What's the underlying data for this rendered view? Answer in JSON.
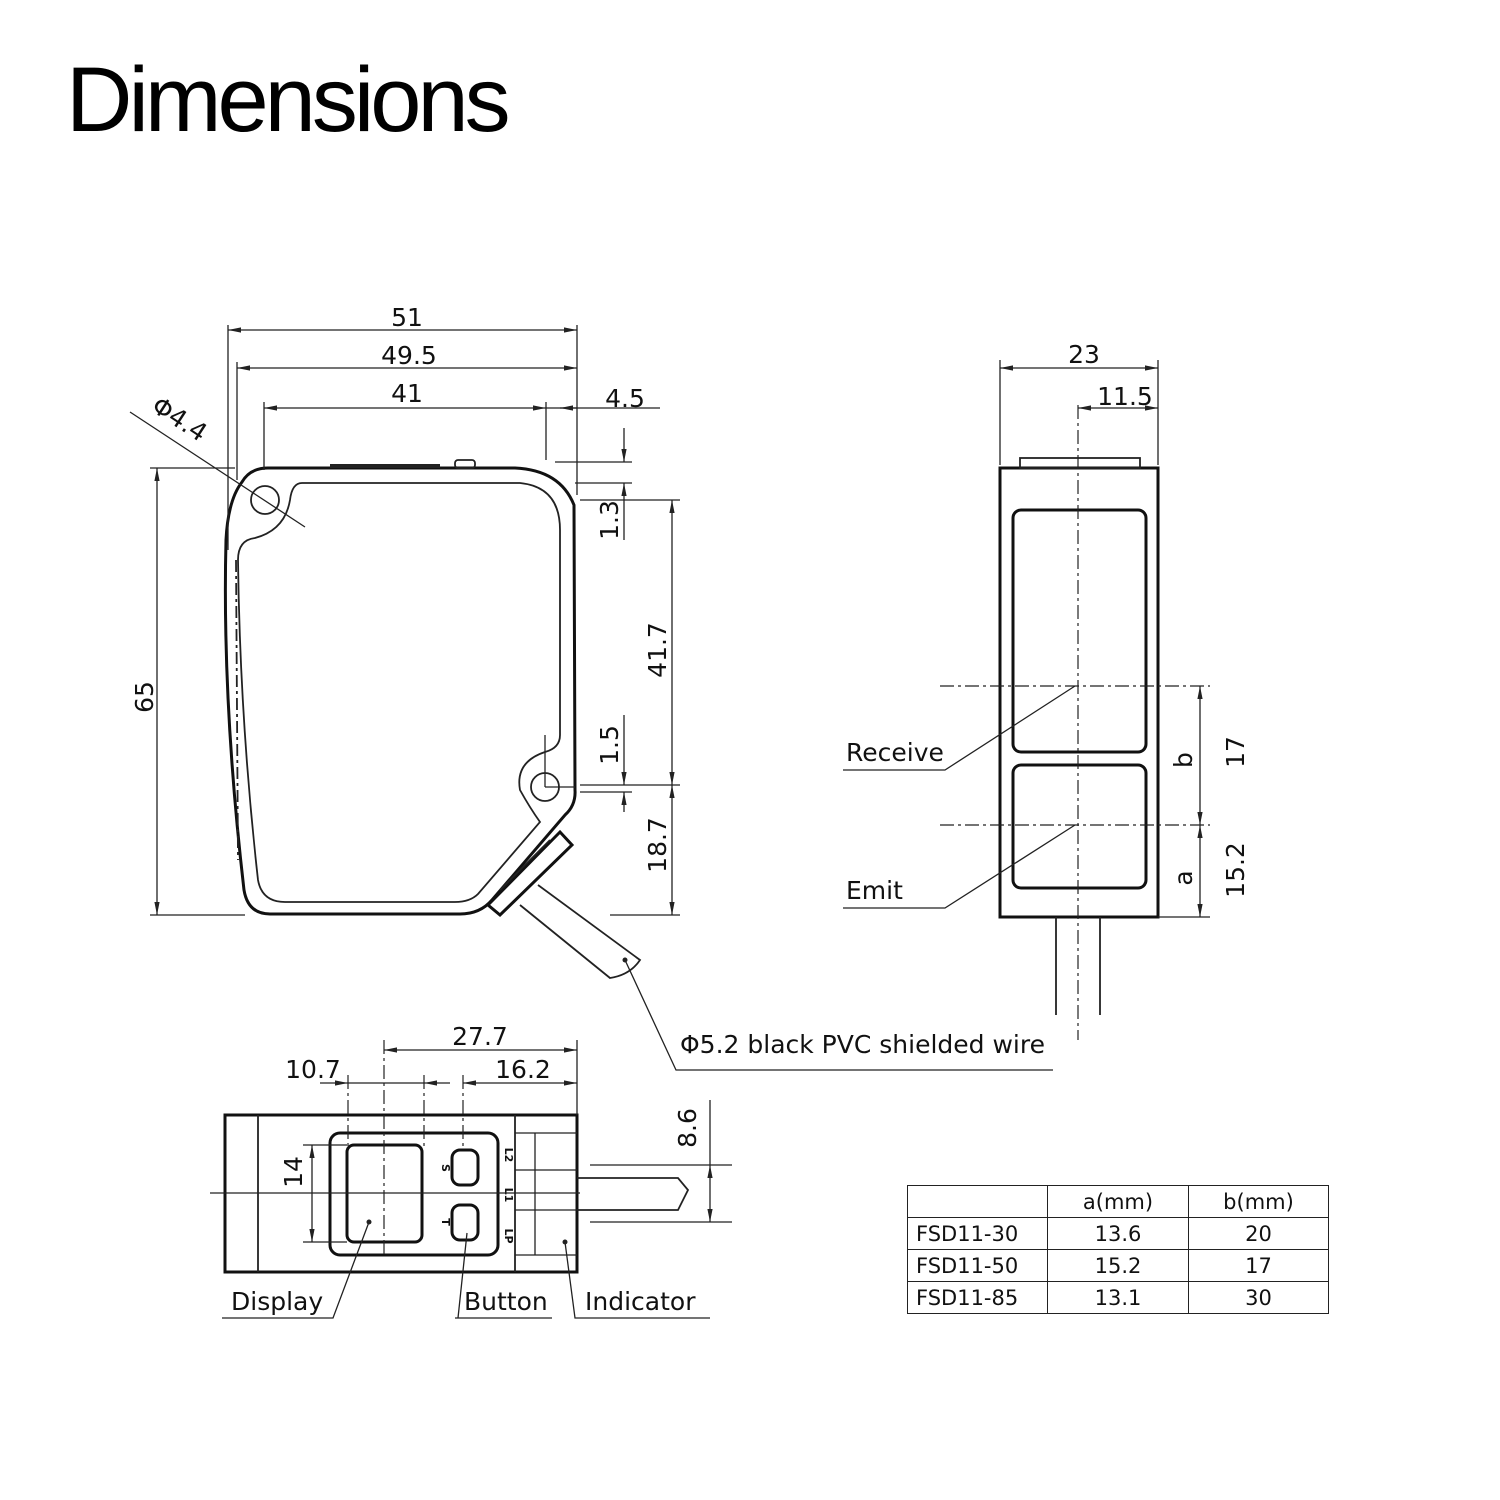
{
  "title": "Dimensions",
  "front_view": {
    "dims": {
      "width_overall": "51",
      "width_body": "49.5",
      "width_top": "41",
      "offset_right": "4.5",
      "height_overall": "65",
      "top_offset": "1.3",
      "hole_spacing": "41.7",
      "hole_offset": "1.5",
      "bottom_offset": "18.7",
      "hole_diameter": "Φ4.4"
    },
    "wire_label": "Φ5.2 black PVC shielded wire"
  },
  "side_view": {
    "dims": {
      "width": "23",
      "half_width": "11.5",
      "b_label": "b",
      "a_label": "a",
      "b_value": "17",
      "a_value": "15.2"
    },
    "labels": {
      "receive": "Receive",
      "emit": "Emit"
    }
  },
  "bottom_view": {
    "dims": {
      "d1": "27.7",
      "d2": "10.7",
      "d3": "16.2",
      "d4": "14",
      "d5": "8.6"
    },
    "button_marks": {
      "set": "S",
      "teach": "T",
      "l2": "L2",
      "l1": "L1",
      "lp": "LP"
    },
    "labels": {
      "display": "Display",
      "button": "Button",
      "indicator": "Indicator"
    }
  },
  "table": {
    "headers": [
      "",
      "a(mm)",
      "b(mm)"
    ],
    "rows": [
      {
        "model": "FSD11-30",
        "a": "13.6",
        "b": "20"
      },
      {
        "model": "FSD11-50",
        "a": "15.2",
        "b": "17"
      },
      {
        "model": "FSD11-85",
        "a": "13.1",
        "b": "30"
      }
    ]
  }
}
